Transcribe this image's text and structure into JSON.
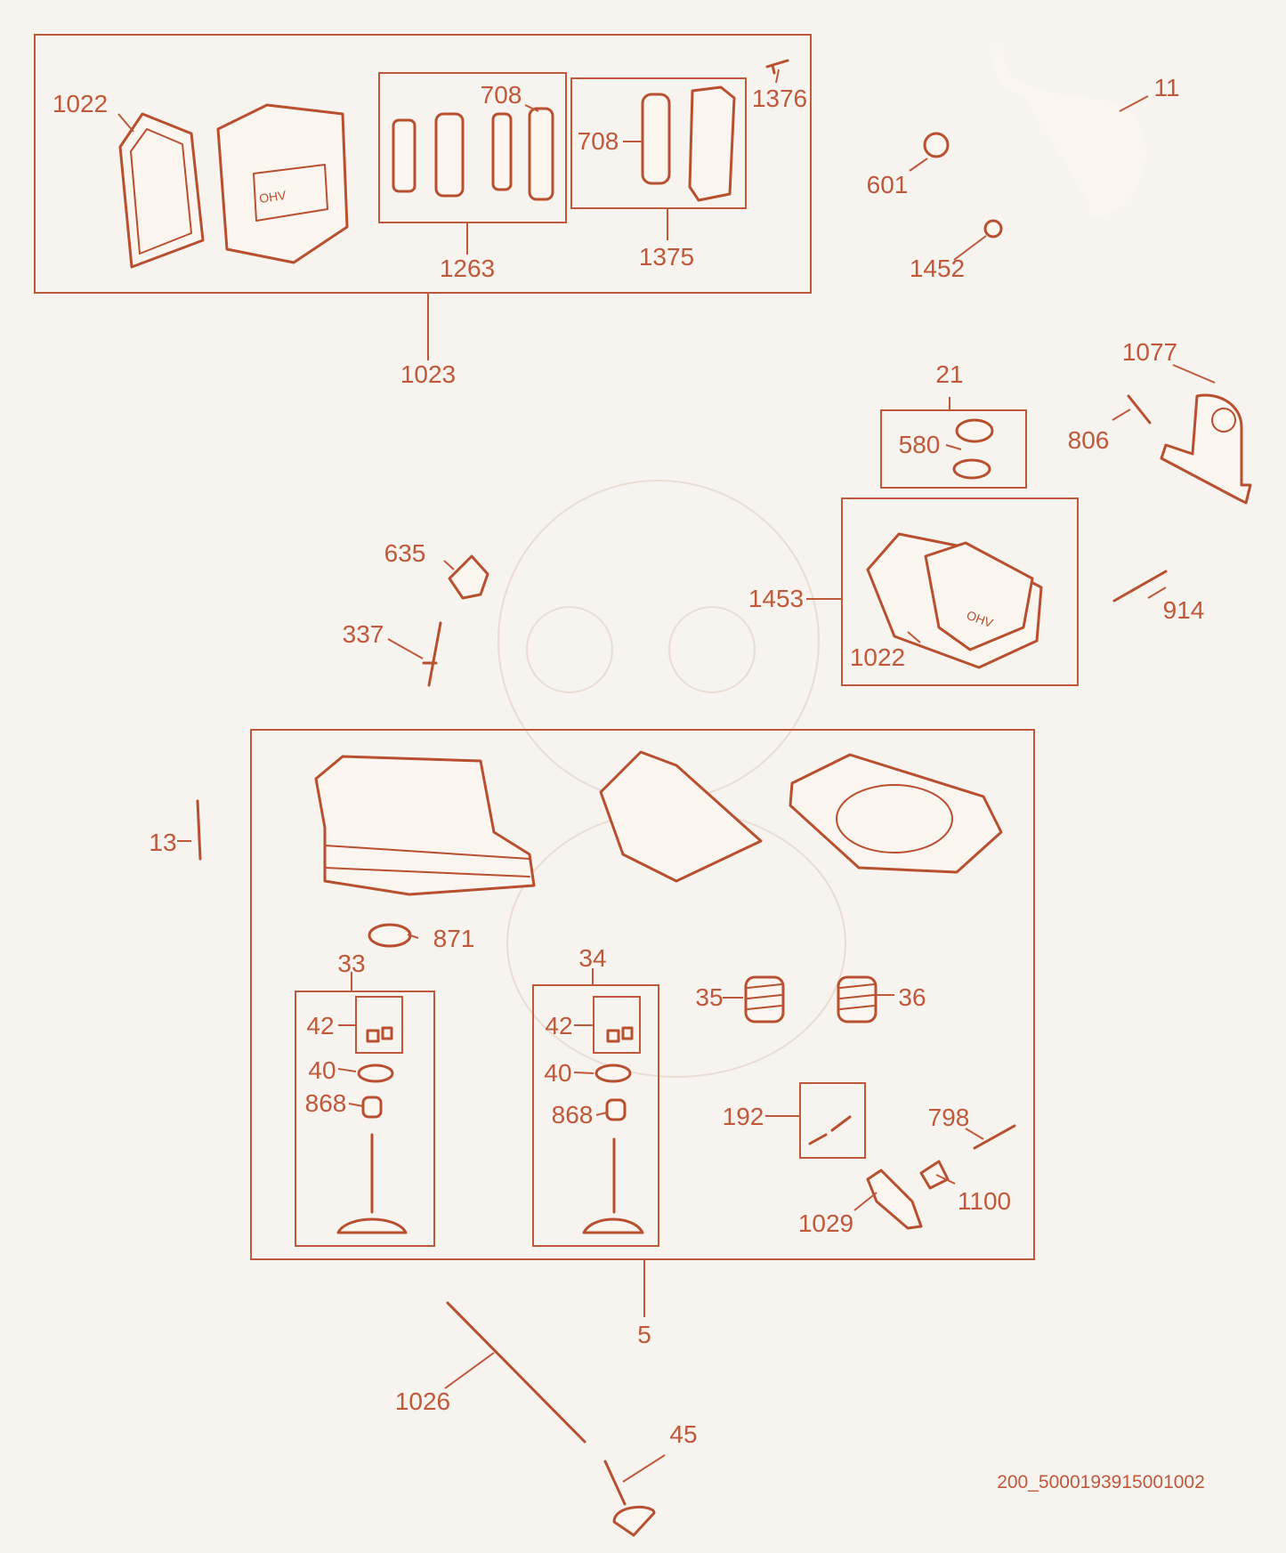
{
  "diagram": {
    "drawing_code": "200_5000193915001002",
    "colors": {
      "line": "#c0583a",
      "background": "#f7f3ef"
    },
    "labels": {
      "l1022a": "1022",
      "l708a": "708",
      "l708b": "708",
      "l1376": "1376",
      "l11": "11",
      "l601": "601",
      "l1263": "1263",
      "l1375": "1375",
      "l1452": "1452",
      "l1023": "1023",
      "l1077": "1077",
      "l21": "21",
      "l806": "806",
      "l580": "580",
      "l635": "635",
      "l1453": "1453",
      "l914": "914",
      "l337": "337",
      "l1022b": "1022",
      "l13": "13",
      "l871": "871",
      "l33": "33",
      "l34": "34",
      "l35": "35",
      "l36": "36",
      "l42a": "42",
      "l42b": "42",
      "l40a": "40",
      "l40b": "40",
      "l868a": "868",
      "l868b": "868",
      "l192": "192",
      "l798": "798",
      "l1100": "1100",
      "l1029": "1029",
      "l5": "5",
      "l1026": "1026",
      "l45": "45"
    }
  }
}
